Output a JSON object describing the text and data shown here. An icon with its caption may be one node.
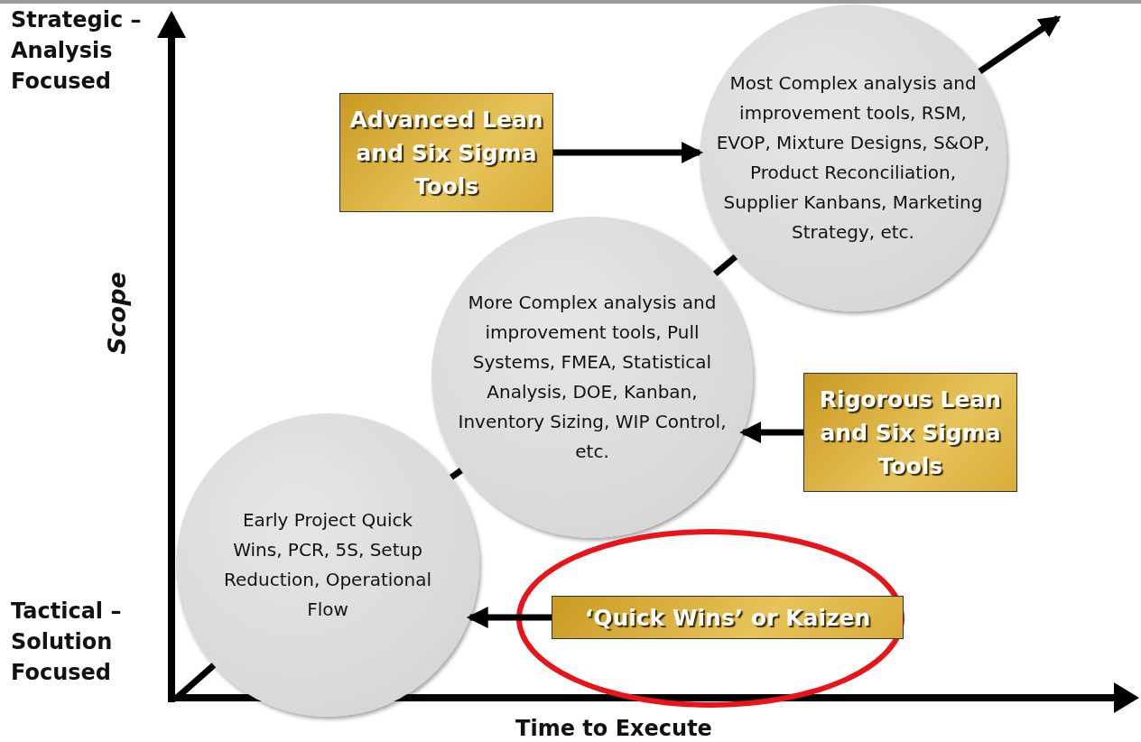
{
  "diagram": {
    "nodes": [
      {
        "text": [
          "Advanced Lean and Six Sigma Tools"
        ]
      },
      {
        "text": [
          "Most Complex analysis and improvement tools, RSM, EVOP, Mixture Designs, S&OP, Product Reconciliation, Supplier Kanbans, Marketing Strategy, etc."
        ]
      },
      {
        "text": [
          "More Complex analysis and improvement tools, Pull Systems, FMEA, Statistical Analysis, DOE, Kanban, Inventory Sizing, WIP Control, etc."
        ]
      },
      {
        "text": [
          "Rigorous Lean and Six Sigma Tools"
        ]
      },
      {
        "text": [
          "Early Project Quick Wins, PCR, 5S, Setup Reduction, Operational Flow"
        ]
      },
      {
        "text": [],
        "shape": "ellipse"
      },
      {
        "text": [
          "‘Quick Wins’ or Kaizen"
        ],
        "in": 5
      }
    ],
    "edges": [
      {
        "from": 0,
        "to": 1,
        "arrow": "to"
      },
      {
        "from": 3,
        "to": 2,
        "arrow": "to"
      },
      {
        "from": 6,
        "to": 4,
        "arrow": "to"
      },
      {
        "from": null,
        "to": 4,
        "arrow": "none"
      },
      {
        "from": 4,
        "to": 2,
        "arrow": "none"
      },
      {
        "from": 2,
        "to": 1,
        "arrow": "none"
      },
      {
        "from": 1,
        "to": null,
        "arrow": "to"
      }
    ],
    "labels": [
      "Strategic – Analysis Focused",
      "Scope",
      "Tactical – Solution Focused",
      "Time to Execute"
    ]
  }
}
